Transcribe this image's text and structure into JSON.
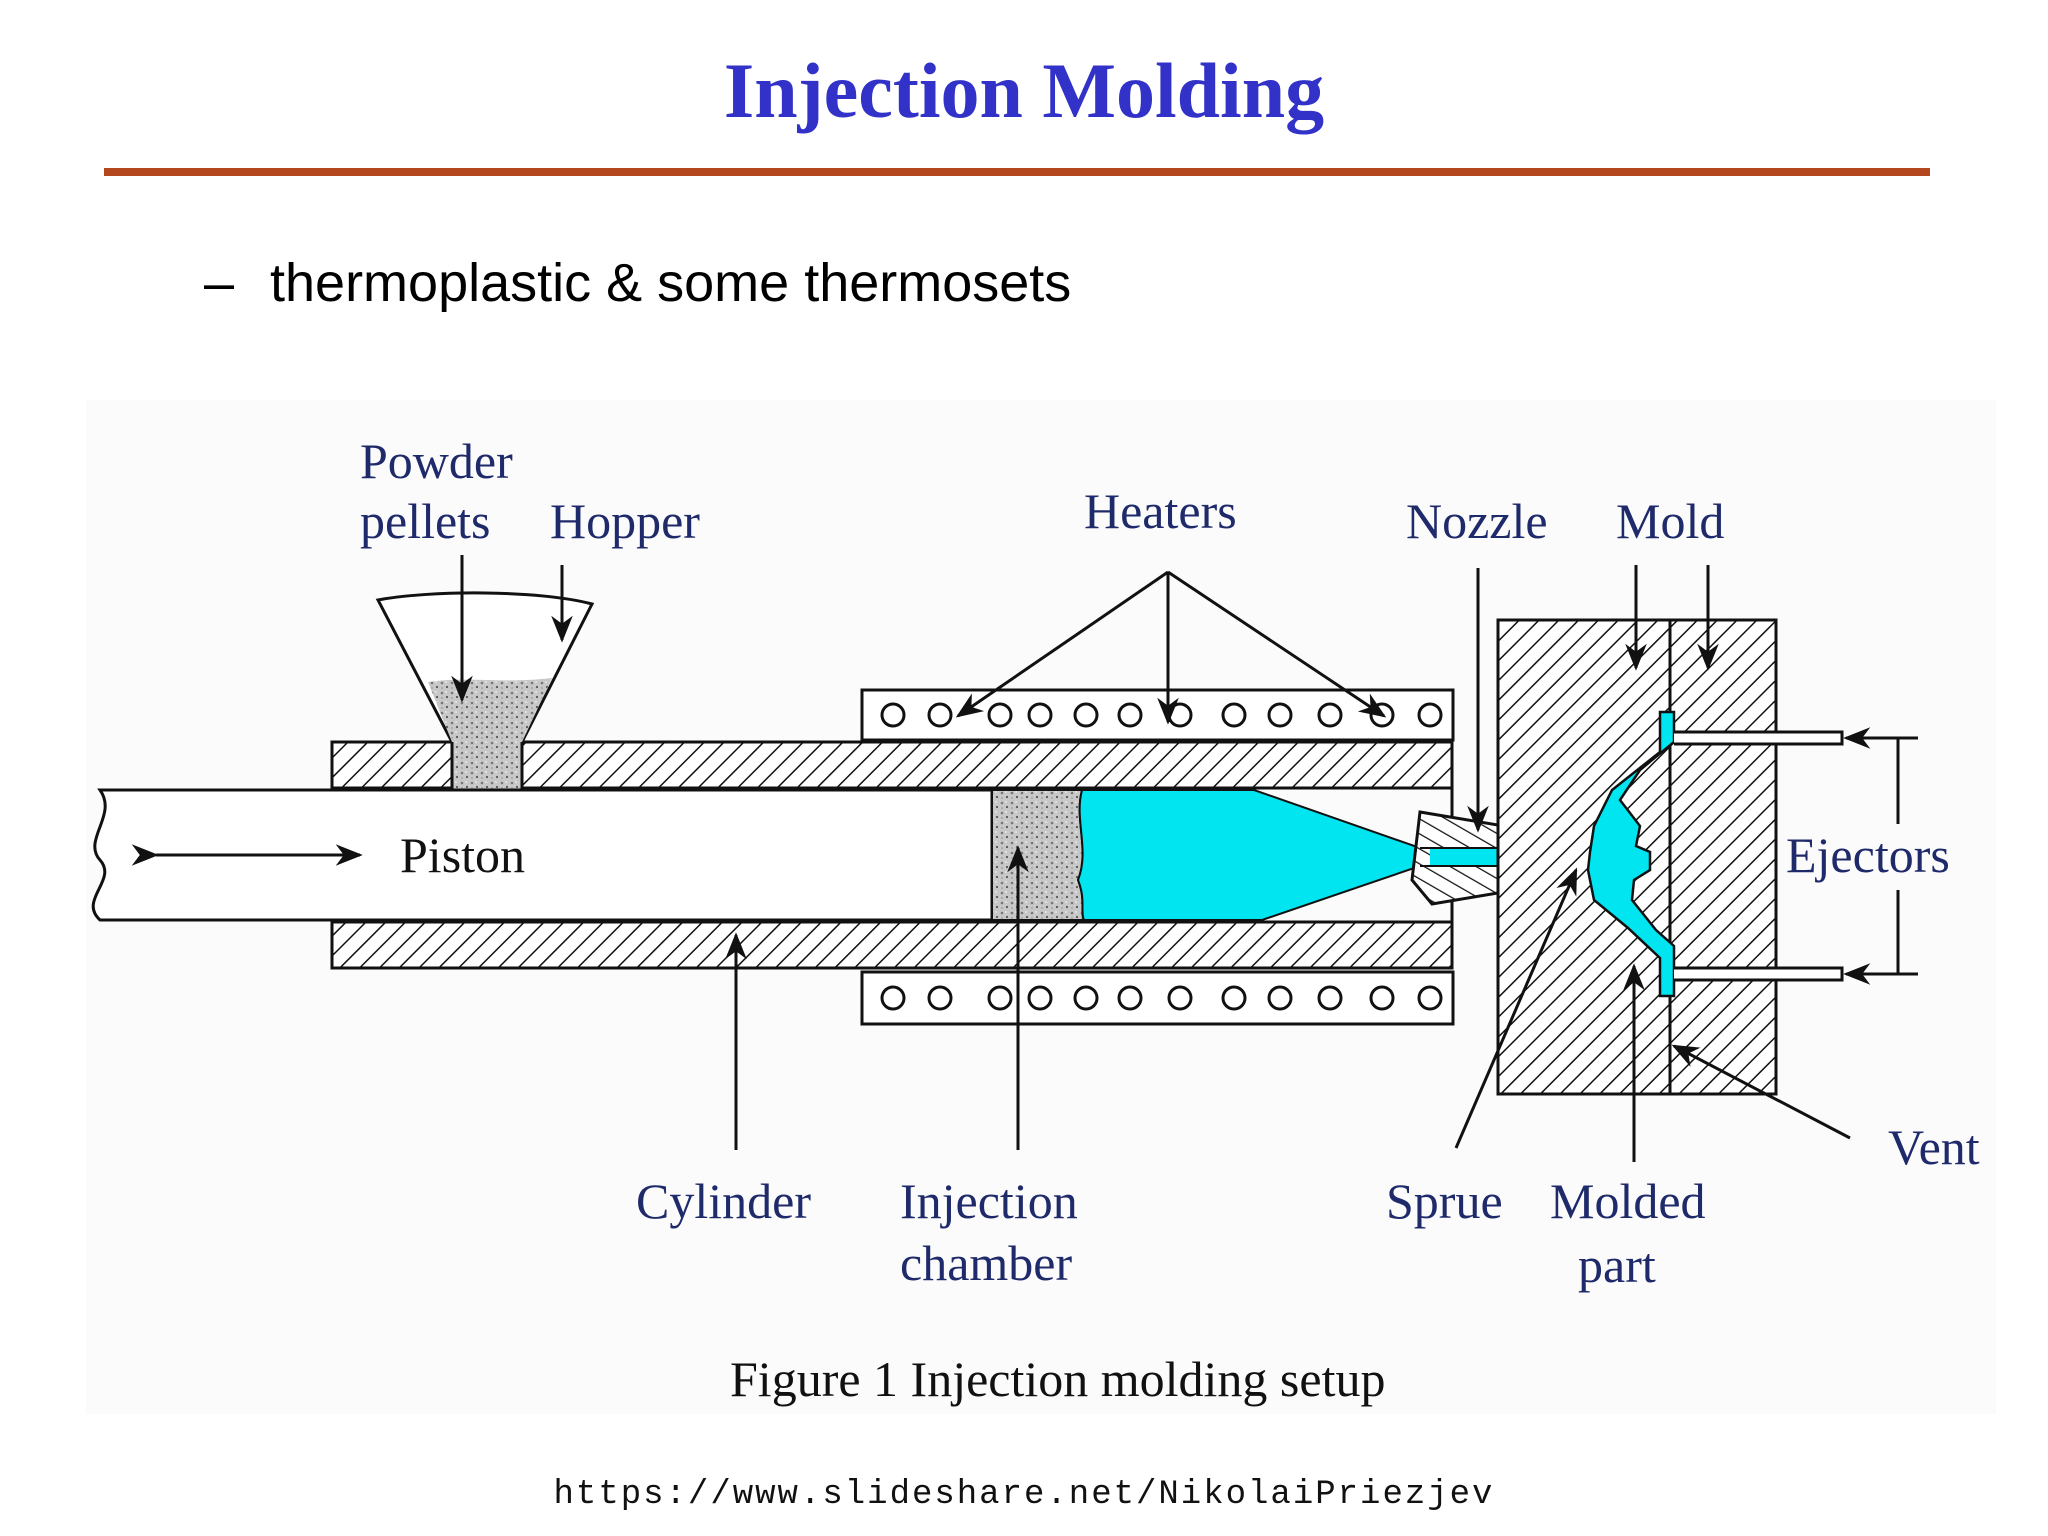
{
  "slide": {
    "title": "Injection Molding",
    "bullet": "thermoplastic & some thermosets",
    "source_url": "https://www.slideshare.net/NikolaiPriezjev"
  },
  "figure": {
    "labels": {
      "powder": "Powder",
      "pellets": "pellets",
      "hopper": "Hopper",
      "heaters": "Heaters",
      "nozzle": "Nozzle",
      "mold": "Mold",
      "piston": "Piston",
      "ejectors": "Ejectors",
      "vent": "Vent",
      "cylinder": "Cylinder",
      "injection": "Injection",
      "chamber": "chamber",
      "sprue": "Sprue",
      "molded": "Molded",
      "part": "part"
    },
    "caption": "Figure 1 Injection molding setup",
    "colors": {
      "melt": "#00e5f0",
      "powder": "#bdbdbd",
      "title": "#3232c8",
      "rule": "#b5471f"
    }
  }
}
